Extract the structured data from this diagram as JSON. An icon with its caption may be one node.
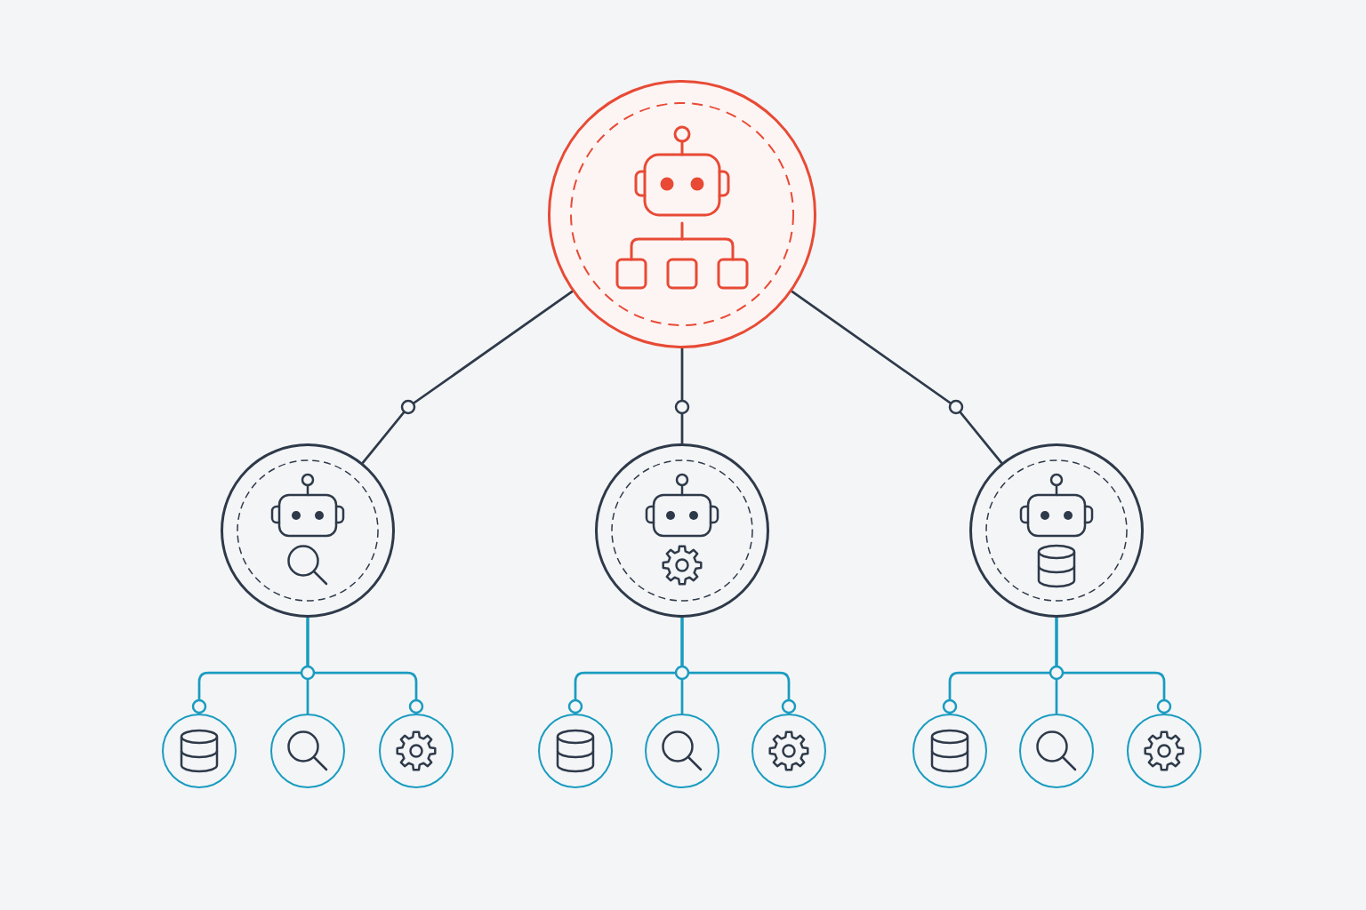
{
  "diagram": {
    "nodes": [
      {
        "text": [],
        "shape": "circle"
      },
      {
        "text": [],
        "shape": "circle"
      },
      {
        "text": [],
        "shape": "circle"
      },
      {
        "text": [],
        "shape": "circle"
      },
      {
        "text": [],
        "shape": "circle"
      },
      {
        "text": [],
        "shape": "circle"
      },
      {
        "text": [],
        "shape": "circle"
      },
      {
        "text": [],
        "shape": "circle"
      },
      {
        "text": [],
        "shape": "circle"
      },
      {
        "text": [],
        "shape": "circle"
      },
      {
        "text": [],
        "shape": "circle"
      },
      {
        "text": [],
        "shape": "circle"
      },
      {
        "text": [],
        "shape": "circle"
      }
    ],
    "edges": [
      {
        "from": 0,
        "to": 1,
        "arrow": "none",
        "color": "#2e3a4a"
      },
      {
        "from": 0,
        "to": 2,
        "arrow": "none",
        "color": "#2e3a4a"
      },
      {
        "from": 0,
        "to": 3,
        "arrow": "none",
        "color": "#2e3a4a"
      },
      {
        "from": 1,
        "to": 4,
        "arrow": "other"
      },
      {
        "from": 1,
        "to": 5,
        "arrow": "none"
      },
      {
        "from": 1,
        "to": 6,
        "arrow": "other"
      },
      {
        "from": 2,
        "to": 7,
        "arrow": "other"
      },
      {
        "from": 2,
        "to": 8,
        "arrow": "none"
      },
      {
        "from": 2,
        "to": 9,
        "arrow": "other"
      },
      {
        "from": 3,
        "to": 10,
        "arrow": "other"
      },
      {
        "from": 3,
        "to": 11,
        "arrow": "none"
      },
      {
        "from": 3,
        "to": 12,
        "arrow": "other"
      }
    ]
  }
}
